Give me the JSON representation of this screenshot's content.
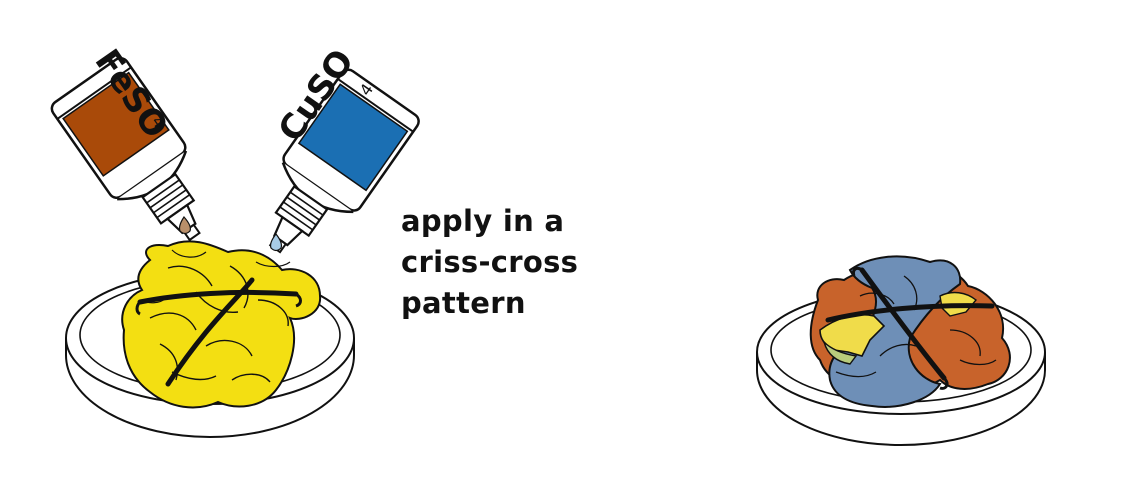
{
  "bottles": [
    {
      "id": "feso4",
      "formula": "FeSO",
      "subscript": "4",
      "color": "#a94a09",
      "drop_color": "#b98f6a"
    },
    {
      "id": "cuso4",
      "formula": "CuSO",
      "subscript": "4",
      "color": "#1b6fb3",
      "drop_color": "#a7cbe6"
    }
  ],
  "instruction_lines": [
    "apply in a",
    "criss-cross",
    "pattern"
  ],
  "colors": {
    "fabric_before": "#f3df12",
    "fabric_after_orange": "#c8632b",
    "fabric_after_blue": "#6e8fb7",
    "fabric_after_yellow": "#f0dc4a",
    "fabric_after_green": "#b9cc7c",
    "outline": "#111111"
  }
}
